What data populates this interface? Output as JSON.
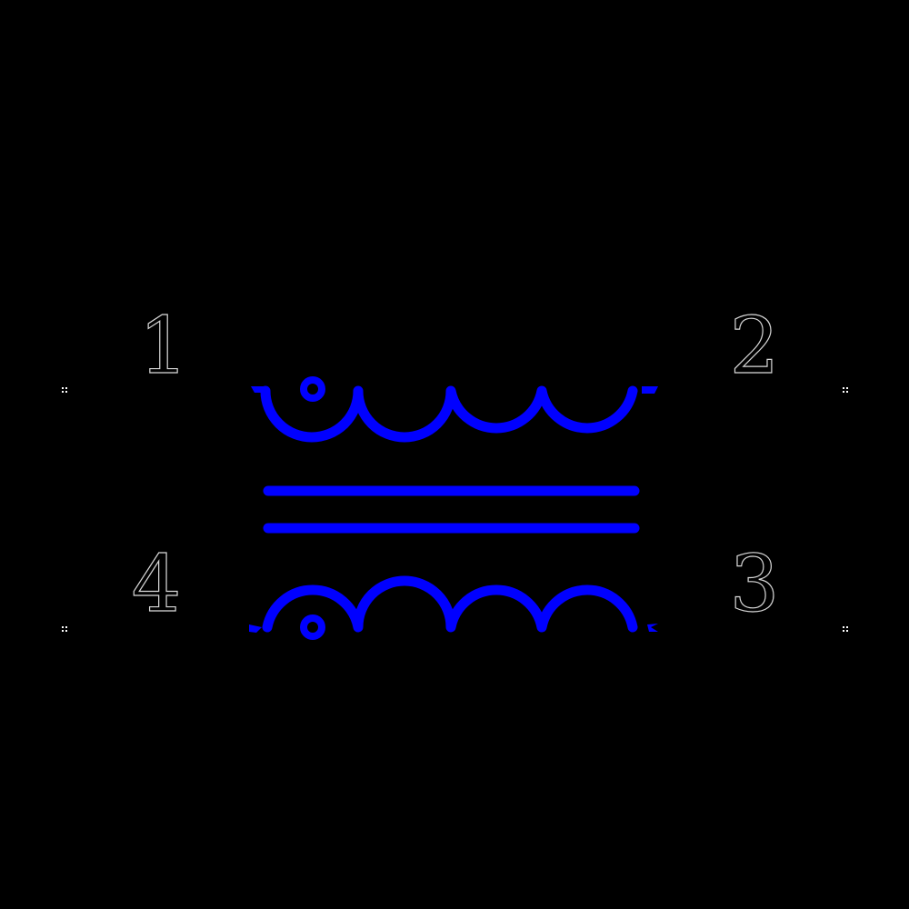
{
  "diagram": {
    "type": "transformer-schematic-symbol",
    "colors": {
      "background": "#000000",
      "winding": "#0000ff",
      "label_outline": "#d8d8d8",
      "pin_marker": "#ffffff"
    },
    "pins": [
      {
        "id": "pin-1",
        "label": "1",
        "side": "left",
        "winding": "primary",
        "position": "top"
      },
      {
        "id": "pin-2",
        "label": "2",
        "side": "right",
        "winding": "primary",
        "position": "top"
      },
      {
        "id": "pin-3",
        "label": "3",
        "side": "right",
        "winding": "secondary",
        "position": "bottom"
      },
      {
        "id": "pin-4",
        "label": "4",
        "side": "left",
        "winding": "secondary",
        "position": "bottom"
      }
    ],
    "windings": {
      "primary": {
        "turns": 4,
        "from_pin": "1",
        "to_pin": "2",
        "polarity_dot": "left"
      },
      "secondary": {
        "turns": 4,
        "from_pin": "4",
        "to_pin": "3",
        "polarity_dot": "left"
      }
    },
    "core": {
      "lines": 2
    }
  }
}
